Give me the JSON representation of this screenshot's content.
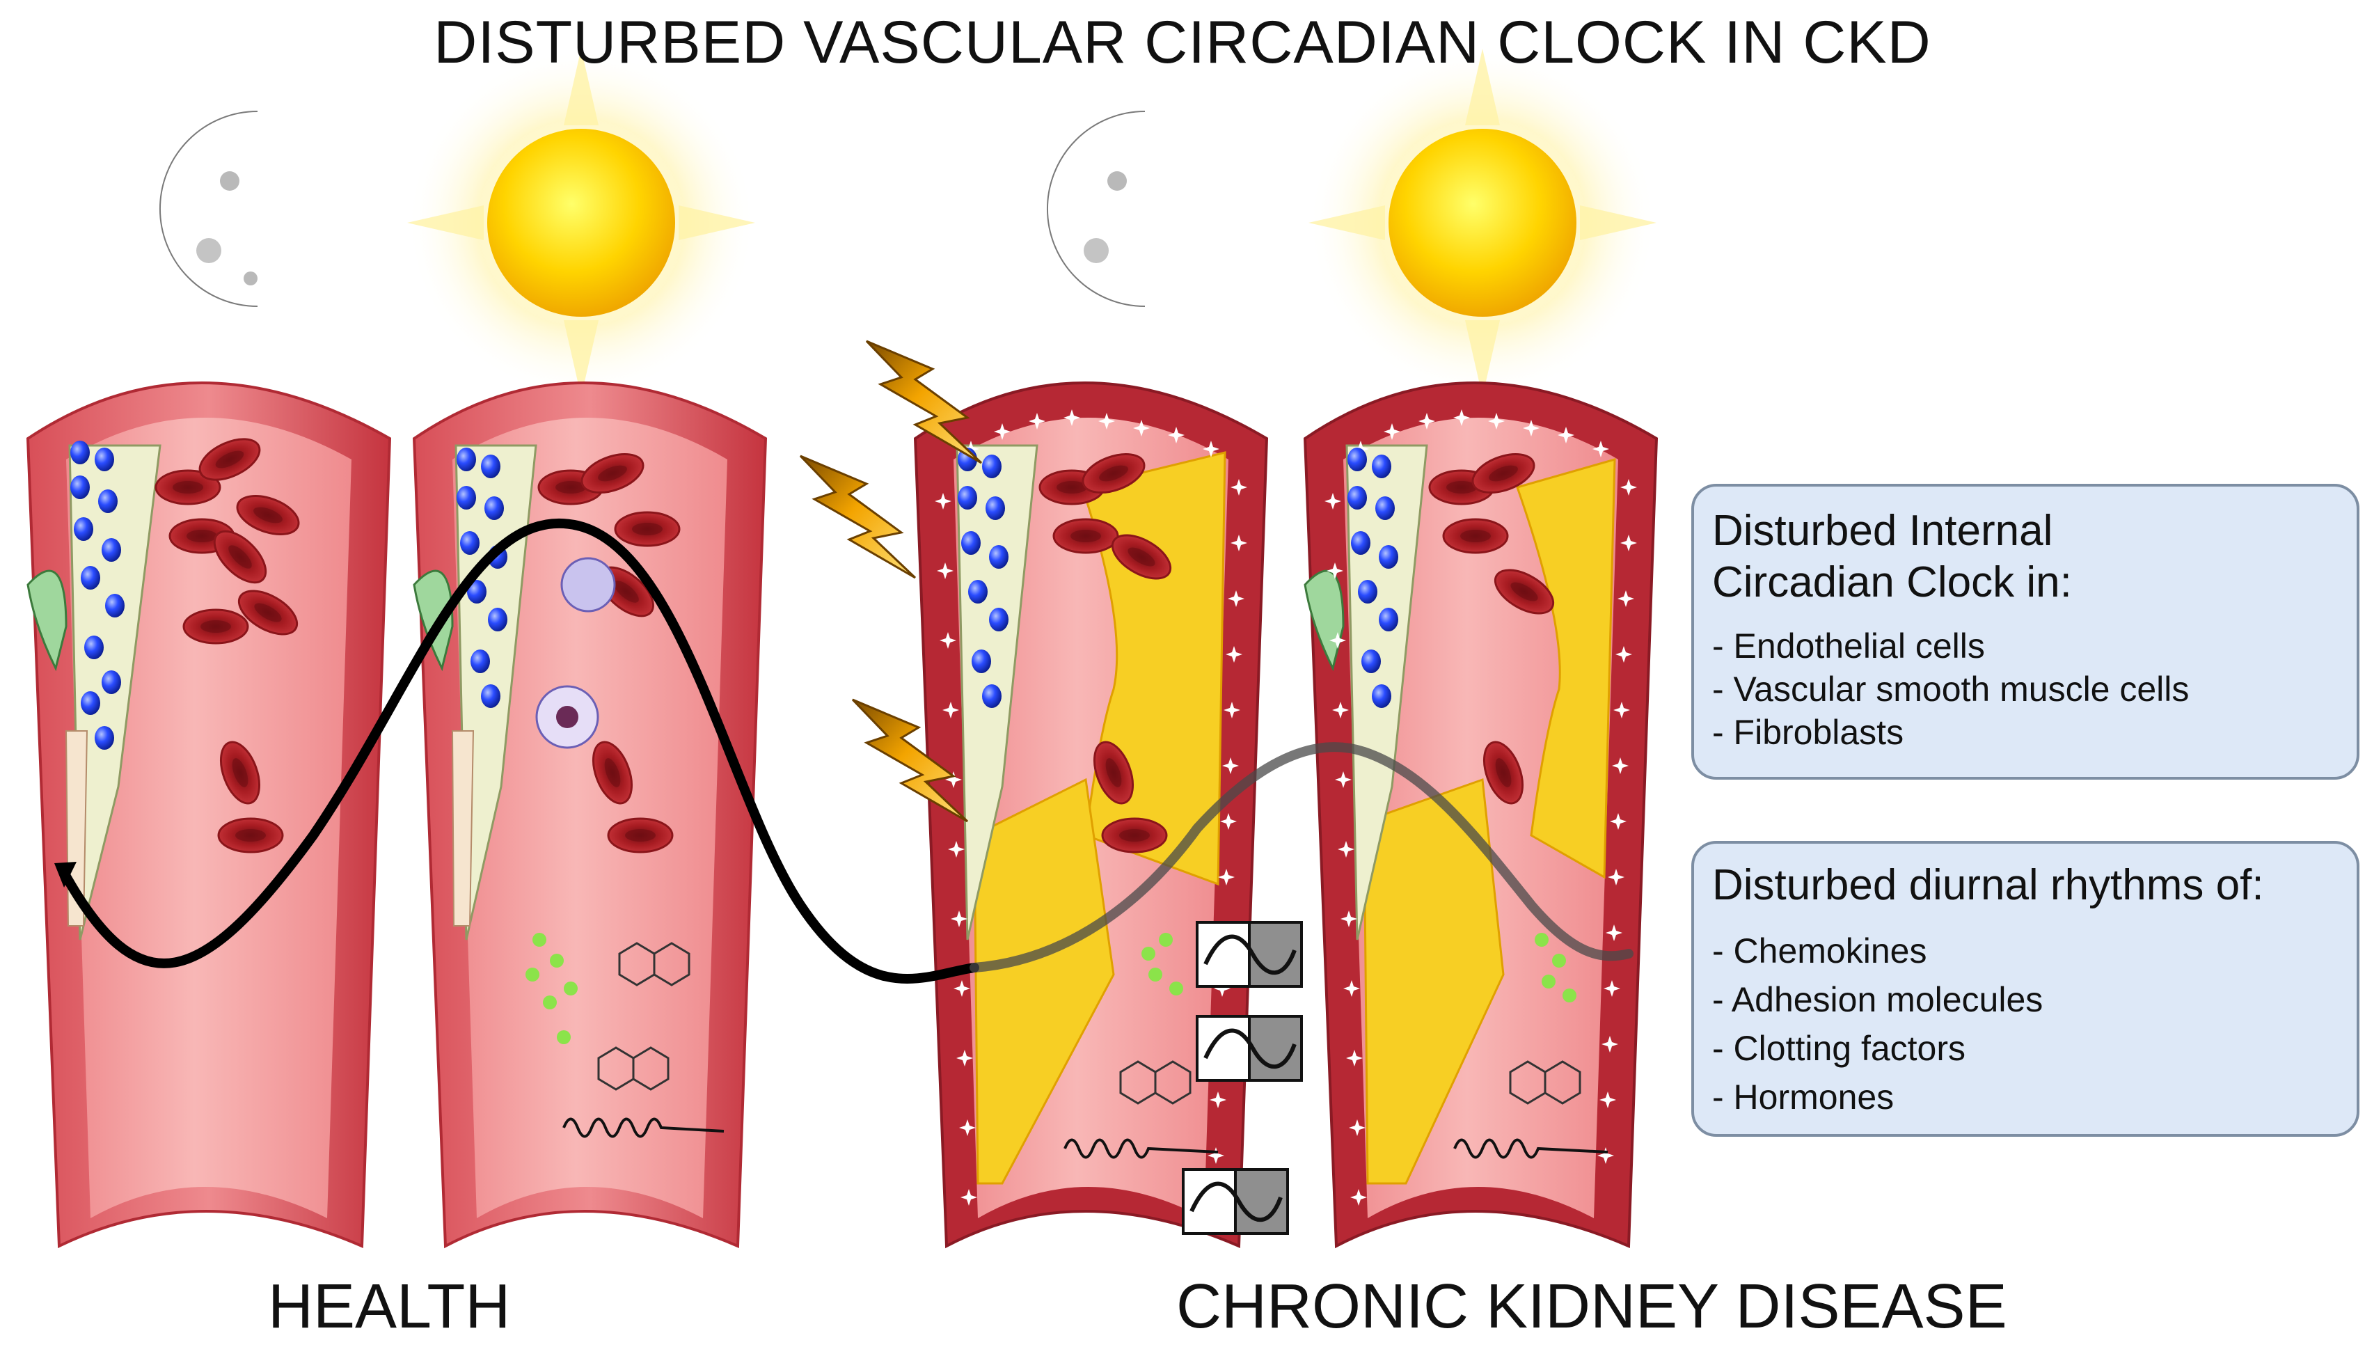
{
  "title": "DISTURBED VASCULAR CIRCADIAN CLOCK IN CKD",
  "health_label": "HEALTH",
  "ckd_label": "CHRONIC KIDNEY DISEASE",
  "clock_legend": {
    "heading_line1": "Disturbed Internal",
    "heading_line2": "Circadian Clock in:",
    "items": [
      "- Endothelial cells",
      "- Vascular smooth muscle cells",
      "- Fibroblasts"
    ]
  },
  "rhythm_legend": {
    "heading": "Disturbed diurnal rhythms of:",
    "items": [
      "- Chemokines",
      "- Adhesion molecules",
      "- Clotting factors",
      "- Hormones"
    ]
  },
  "icons": {
    "moon": "moon-icon",
    "sun": "sun-icon",
    "lightning": "lightning-bolt-icon",
    "rhythm": "rhythm-wave-icon"
  },
  "colors": {
    "vessel_wall": "#e8757b",
    "vessel_lumen": "#f3a5a6",
    "red_blood_cell": "#a81c22",
    "endothelial_nucleus": "#1d3fd9",
    "plaque": "#f7cf24",
    "sun": "#ffd400",
    "moon": "#9a9a9a",
    "legend_fill": "#dde8f7"
  }
}
